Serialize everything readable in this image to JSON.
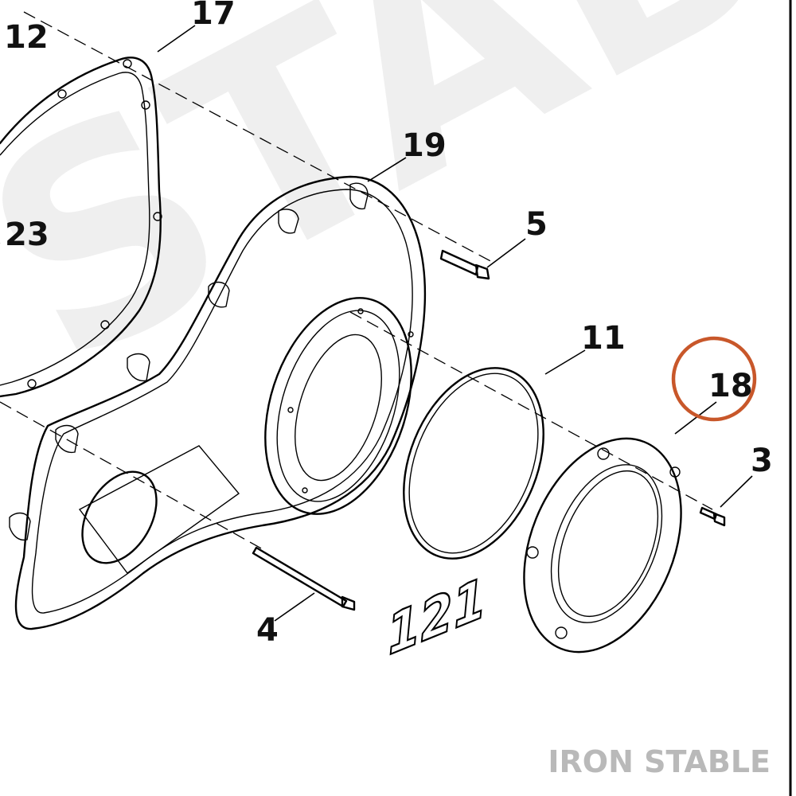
{
  "watermark": "STAB",
  "brand_label": "IRON STABLE",
  "highlight_color": "#c8572a",
  "callouts": [
    {
      "id": "c12",
      "label": "12"
    },
    {
      "id": "c17",
      "label": "17"
    },
    {
      "id": "c19",
      "label": "19"
    },
    {
      "id": "c23",
      "label": "23"
    },
    {
      "id": "c5",
      "label": "5"
    },
    {
      "id": "c11",
      "label": "11"
    },
    {
      "id": "c18",
      "label": "18",
      "highlighted": true
    },
    {
      "id": "c3",
      "label": "3"
    },
    {
      "id": "c4",
      "label": "4"
    }
  ],
  "derby_cover_logo": "121"
}
